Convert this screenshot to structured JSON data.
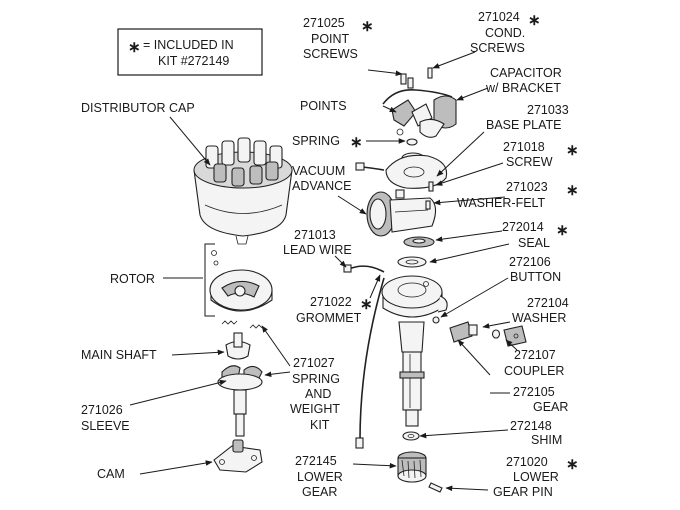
{
  "legend": {
    "star": "∗",
    "line1": "= INCLUDED IN",
    "line2": "KIT #272149"
  },
  "labels": {
    "point_screws": {
      "num": "271025",
      "line1": "POINT",
      "line2": "SCREWS",
      "star": "∗"
    },
    "cond_screws": {
      "num": "271024",
      "line1": "COND.",
      "line2": "SCREWS",
      "star": "∗"
    },
    "capacitor": {
      "line1": "CAPACITOR",
      "line2": "w/ BRACKET"
    },
    "distributor_cap": {
      "line1": "DISTRIBUTOR CAP"
    },
    "points": {
      "line1": "POINTS"
    },
    "base_plate": {
      "num": "271033",
      "line1": "BASE PLATE"
    },
    "spring": {
      "line1": "SPRING",
      "star": "∗"
    },
    "screw": {
      "num": "271018",
      "line1": "SCREW",
      "star": "∗"
    },
    "vacuum_advance": {
      "line1": "VACUUM",
      "line2": "ADVANCE"
    },
    "washer_felt": {
      "num": "271023",
      "line1": "WASHER-FELT",
      "star": "∗"
    },
    "lead_wire": {
      "num": "271013",
      "line1": "LEAD WIRE"
    },
    "seal": {
      "num": "272014",
      "line1": "SEAL",
      "star": "∗"
    },
    "rotor": {
      "line1": "ROTOR"
    },
    "button": {
      "num": "272106",
      "line1": "BUTTON"
    },
    "grommet": {
      "num": "271022",
      "line1": "GROMMET",
      "star": "∗"
    },
    "washer": {
      "num": "272104",
      "line1": "WASHER"
    },
    "main_shaft": {
      "line1": "MAIN SHAFT"
    },
    "spring_weight_kit": {
      "num": "271027",
      "line1": "SPRING",
      "line2": "AND",
      "line3": "WEIGHT",
      "line4": "KIT"
    },
    "coupler": {
      "num": "272107",
      "line1": "COUPLER"
    },
    "sleeve": {
      "num": "271026",
      "line1": "SLEEVE"
    },
    "gear": {
      "num": "272105",
      "line1": "GEAR"
    },
    "shim": {
      "num": "272148",
      "line1": "SHIM"
    },
    "cam": {
      "line1": "CAM"
    },
    "lower_gear": {
      "num": "272145",
      "line1": "LOWER",
      "line2": "GEAR"
    },
    "lower_gear_pin": {
      "num": "271020",
      "line1": "LOWER",
      "line2": "GEAR PIN",
      "star": "∗"
    }
  }
}
